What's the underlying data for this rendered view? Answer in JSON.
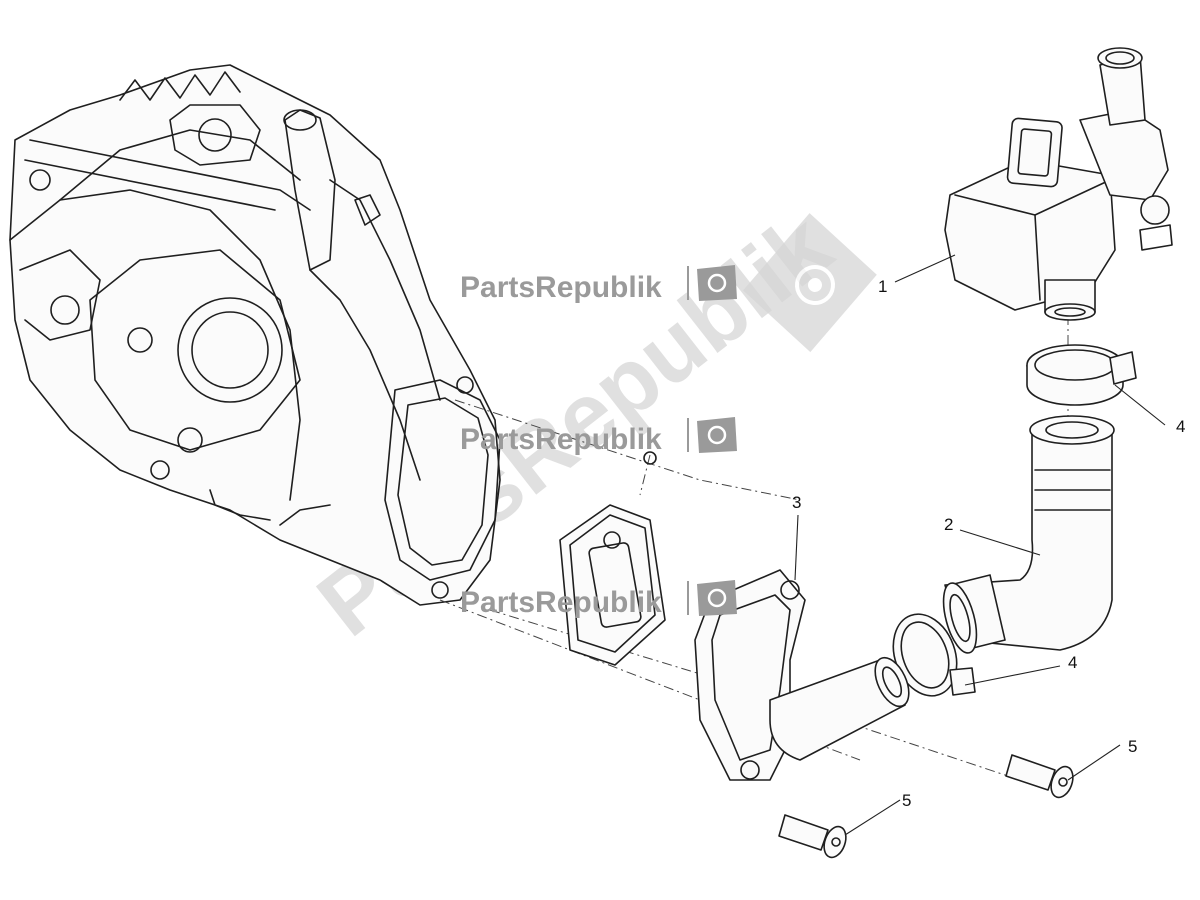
{
  "diagram": {
    "callouts": [
      {
        "id": "c1",
        "label": "1"
      },
      {
        "id": "c2",
        "label": "2"
      },
      {
        "id": "c3",
        "label": "3"
      },
      {
        "id": "c4a",
        "label": "4"
      },
      {
        "id": "c4b",
        "label": "4"
      },
      {
        "id": "c5a",
        "label": "5"
      },
      {
        "id": "c5b",
        "label": "5"
      }
    ]
  },
  "watermark": {
    "brand": "PartsRepublik",
    "color": "#9a9a9a"
  },
  "colors": {
    "line": "#1f1f1f",
    "background": "#ffffff"
  }
}
